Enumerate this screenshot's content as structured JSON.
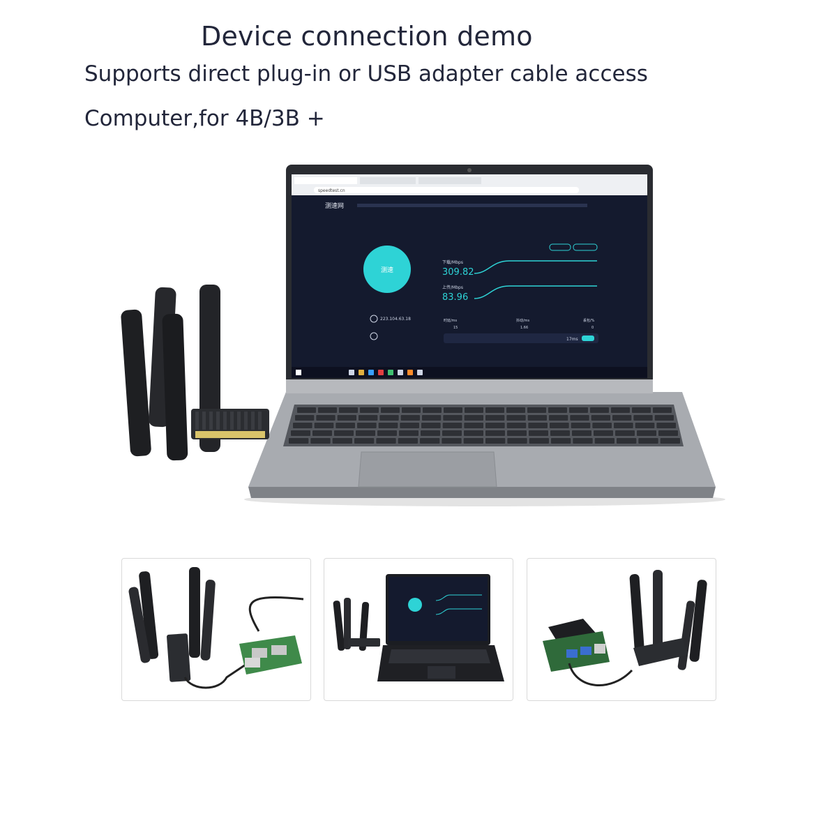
{
  "heading": {
    "title": "Device connection demo",
    "subtitle": "Supports direct plug-in or USB adapter cable access",
    "compat": "Computer,for 4B/3B +"
  },
  "laptop_screen": {
    "url": "speedtest.cn",
    "brand": "测速网",
    "start_button": "测速",
    "download_label": "下载/Mbps",
    "download_value": "309.82",
    "upload_label": "上传/Mbps",
    "upload_value": "83.96",
    "ip_address": "223.104.63.18",
    "latency_label": "时延/ms",
    "latency_value": "15",
    "jitter_label": "抖动/ms",
    "jitter_value": "1.66",
    "loss_label": "丢包/%",
    "loss_value": "0",
    "game_ping": "17ms"
  },
  "colors": {
    "accent_teal": "#2ed3d6",
    "screen_bg": "#141a2e",
    "laptop_body": "#9ea1a6",
    "antenna": "#1e1f22"
  }
}
